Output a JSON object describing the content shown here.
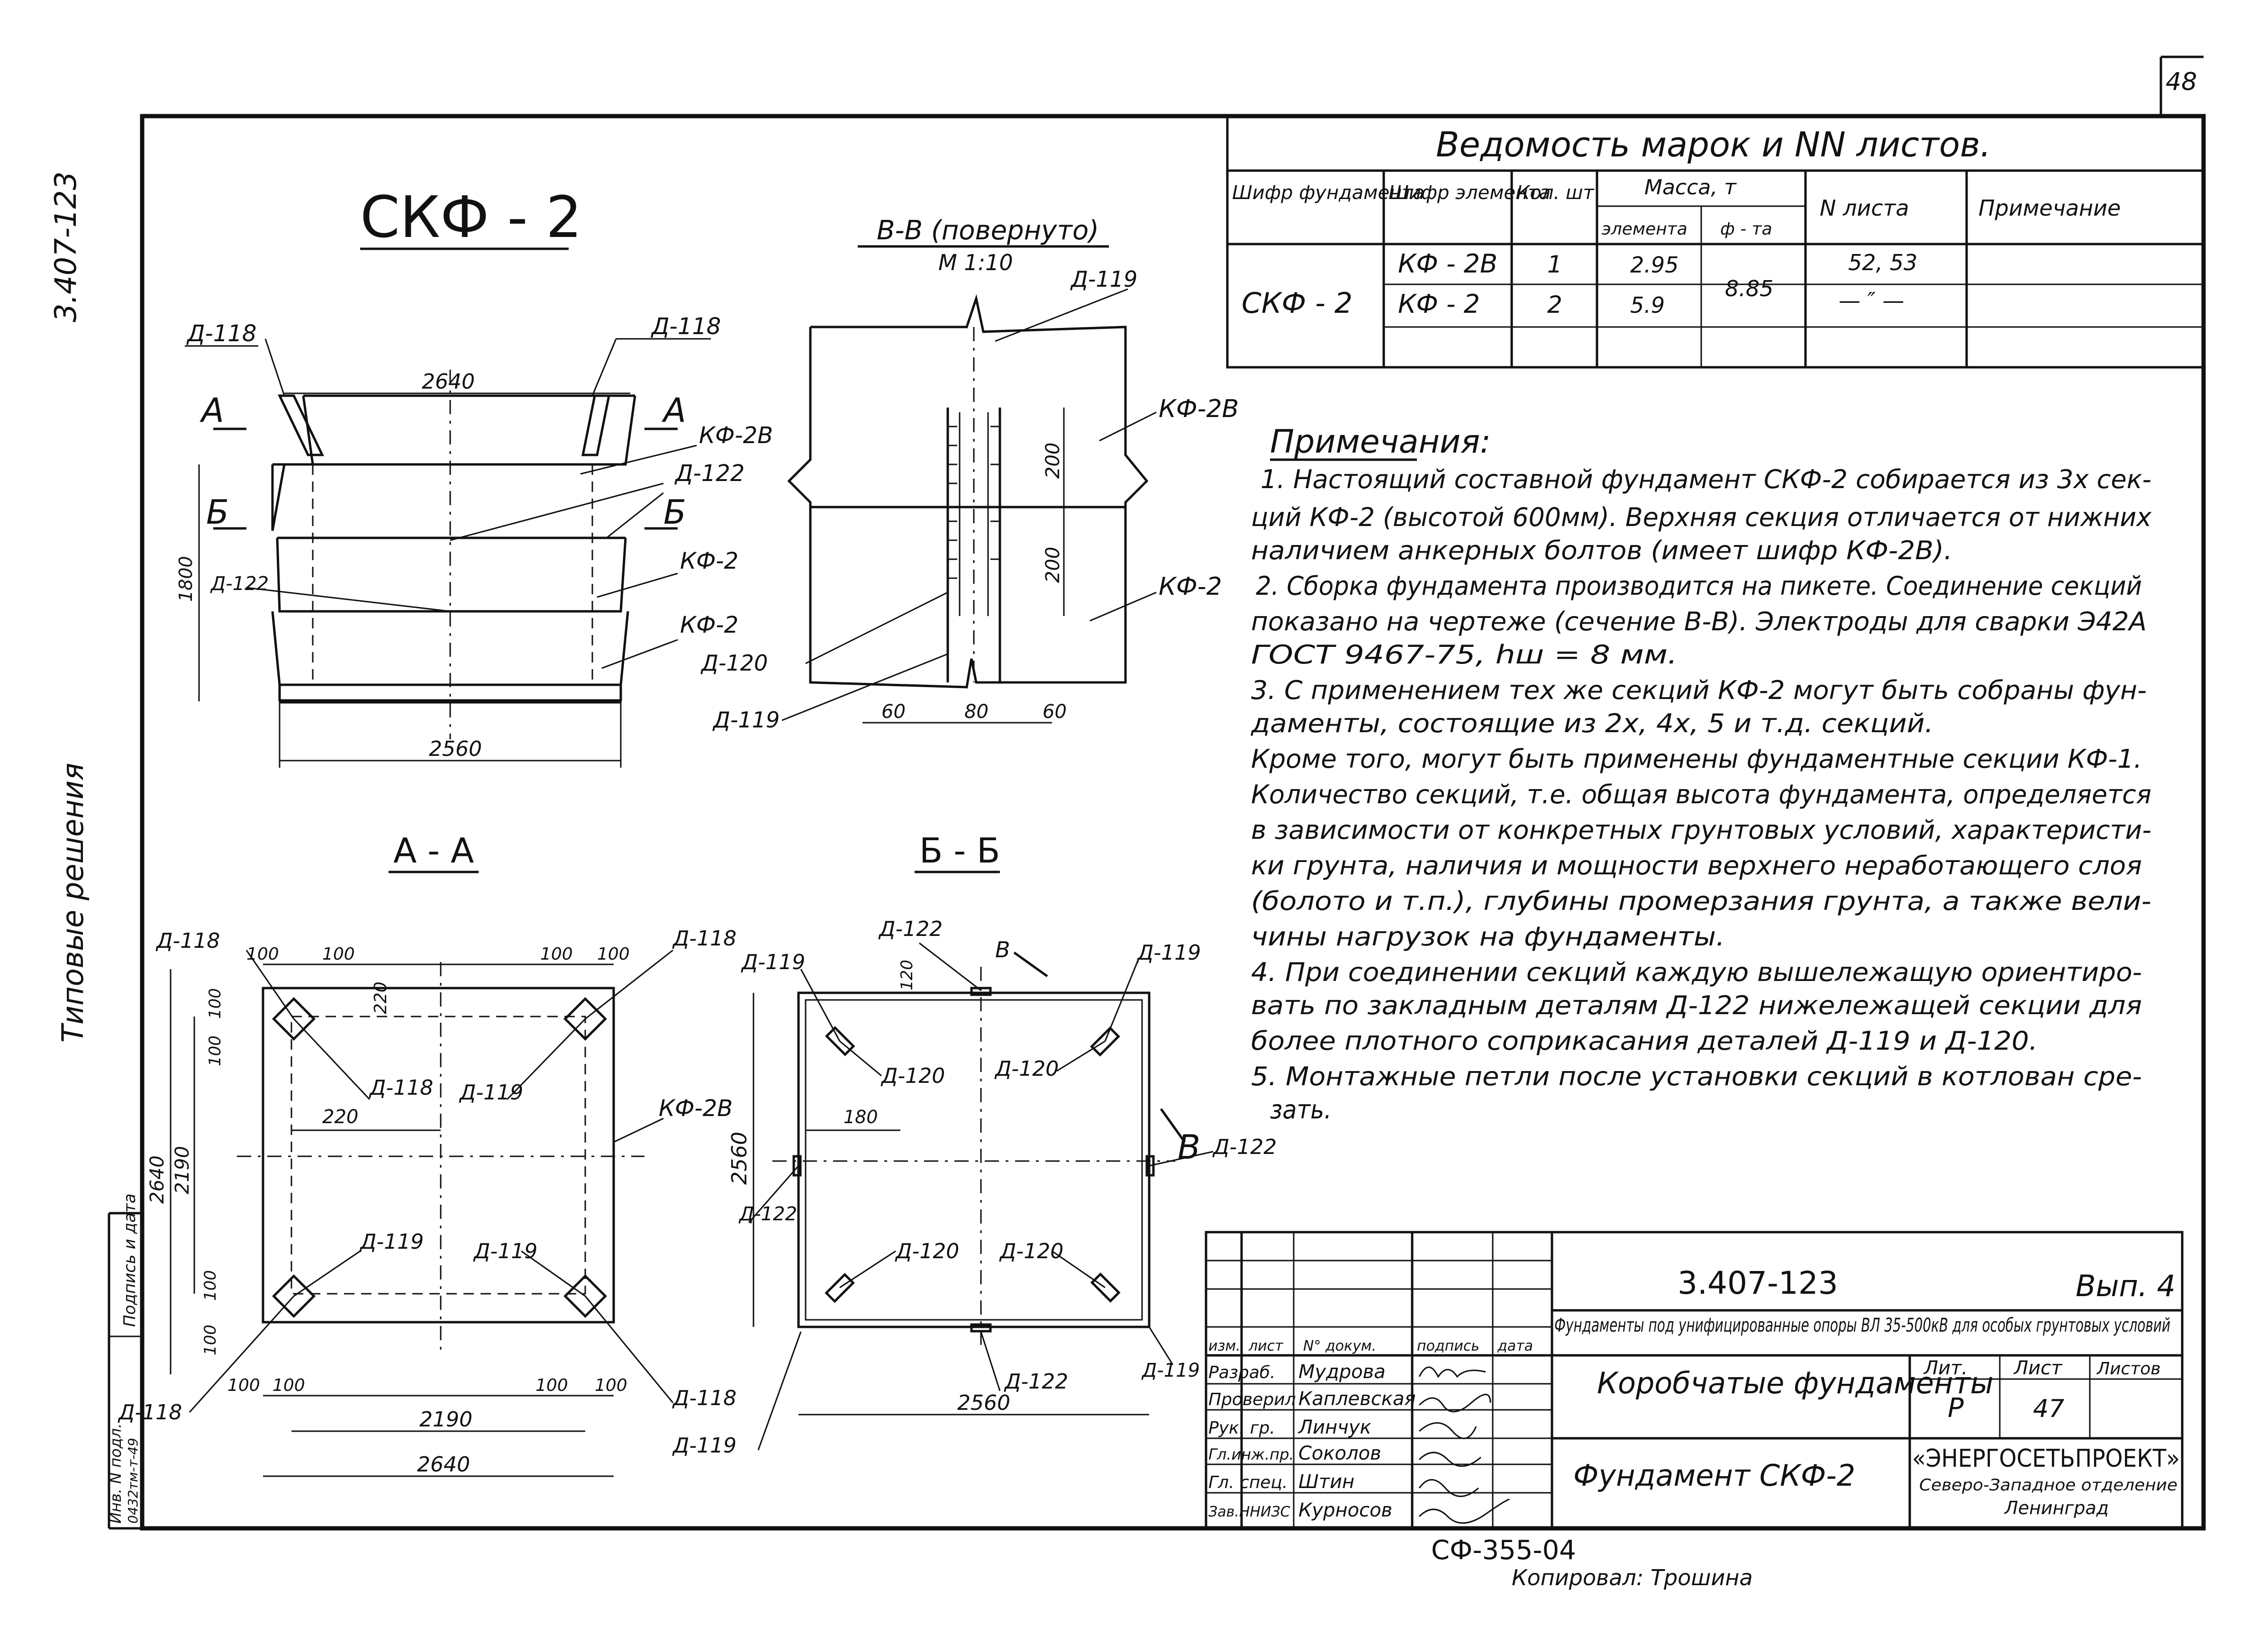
{
  "sheet_number": "48",
  "side_code": "3.407-123",
  "side_title": "Типовые решения",
  "title_main": "СКФ - 2",
  "section_bb": {
    "title": "В-В (повернуто)",
    "scale": "М 1:10"
  },
  "section_aa": {
    "title": "А - А"
  },
  "section_bb2": {
    "title": "Б - Б"
  },
  "labels": {
    "d118": "Д-118",
    "d119": "Д-119",
    "d120": "Д-120",
    "d122": "Д-122",
    "kf2v": "КФ-2В",
    "kf2": "КФ-2",
    "a": "А",
    "b": "Б",
    "v": "В"
  },
  "dims": {
    "d2640": "2640",
    "d2560": "2560",
    "d1800": "1800",
    "d200": "200",
    "d60": "60",
    "d80": "80",
    "d100": "100",
    "d220": "220",
    "d2190": "2190",
    "d180": "180",
    "d120": "120"
  },
  "schedule": {
    "title": "Ведомость марок и NN листов.",
    "headers": {
      "code_foundation": "Шифр фундамента",
      "code_element": "Шифр элемента",
      "qty": "Кол. шт",
      "mass": "Масса, т",
      "mass_element": "элемента",
      "mass_foundation": "ф - та",
      "sheets": "N листа",
      "notes": "Примечание"
    },
    "foundation": "СКФ - 2",
    "rows": [
      {
        "element": "КФ - 2В",
        "qty": "1",
        "mass": "2.95",
        "sheets": "52, 53"
      },
      {
        "element": "КФ - 2",
        "qty": "2",
        "mass": "5.9",
        "sheets": "— ″ —"
      }
    ],
    "mass_total": "8.85"
  },
  "notes": {
    "title": "Примечания:",
    "lines": [
      "1. Настоящий составной фундамент СКФ-2 собирается из 3х сек-",
      "ций КФ-2 (высотой 600мм). Верхняя секция отличается от нижних",
      "наличием анкерных болтов (имеет шифр КФ-2В).",
      "2. Сборка фундамента производится на пикете. Соединение секций",
      "показано на чертеже (сечение В-В). Электроды для сварки Э42А",
      "ГОСТ 9467-75, hш = 8 мм.",
      "3. С применением тех же секций КФ-2 могут быть собраны фун-",
      "даменты, состоящие из 2х, 4х, 5 и т.д. секций.",
      "Кроме того, могут быть применены фундаментные секции КФ-1.",
      "Количество секций, т.е. общая высота фундамента, определяется",
      "в зависимости от конкретных грунтовых условий, характеристи-",
      "ки грунта, наличия и мощности верхнего неработающего слоя",
      "(болото и т.п.), глубины промерзания грунта, а также вели-",
      "чины нагрузок на фундаменты.",
      "4. При соединении секций каждую вышележащую ориентиро-",
      "вать по закладным деталям Д-122 нижележащей секции для",
      "более плотного соприкасания деталей Д-119 и Д-120.",
      "5. Монтажные петли после установки секций в котлован сре-",
      "зать."
    ]
  },
  "title_block": {
    "code": "3.407-123",
    "issue": "Вып. 4",
    "description": "Фундаменты под унифицированные опоры ВЛ 35-500кВ для особых грунтовых условий",
    "group_name": "Коробчатые фундаменты",
    "sheet_name": "Фундамент СКФ-2",
    "lit_label": "Лит.",
    "lit_value": "Р",
    "sheet_label": "Лист",
    "sheet_value": "47",
    "sheets_label": "Листов",
    "org_name": "«ЭНЕРГОСЕТЬПРОЕКТ»",
    "org_branch": "Северо-Западное отделение",
    "org_city": "Ленинград",
    "col_headers": [
      "изм.",
      "лист",
      "N° докум.",
      "подпись",
      "дата"
    ],
    "staff": [
      {
        "role": "Разраб.",
        "name": "Мудрова"
      },
      {
        "role": "Проверил",
        "name": "Каплевская"
      },
      {
        "role": "Рук. гр.",
        "name": "Линчук"
      },
      {
        "role": "Гл.инж.пр.",
        "name": "Соколов"
      },
      {
        "role": "Гл. спец.",
        "name": "Штин"
      },
      {
        "role": "Зав.ННИЗС",
        "name": "Курносов"
      }
    ]
  },
  "bottom_code": "СФ-355-04",
  "bottom_text": "Копировал: Трошина",
  "stamp_left": {
    "inv": "Инв. N подл.",
    "sign": "Подпись и дата",
    "inv_value": "0432тм-т-49"
  }
}
